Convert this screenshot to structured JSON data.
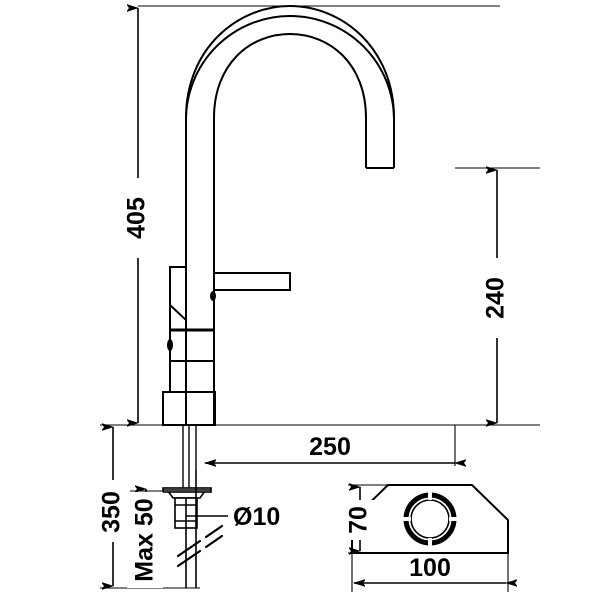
{
  "drawing": {
    "type": "technical-dimension-drawing",
    "subject": "kitchen mixer tap / gooseneck faucet",
    "units": "mm",
    "background_color": "#ffffff",
    "line_color": "#000000"
  },
  "dimensions": {
    "overall_height": {
      "label": "405",
      "orientation": "vertical",
      "rotated": true
    },
    "spout_height": {
      "label": "240",
      "orientation": "vertical",
      "rotated": true
    },
    "spout_reach": {
      "label": "250",
      "orientation": "horizontal",
      "rotated": false
    },
    "hose_length": {
      "label": "350",
      "orientation": "vertical",
      "rotated": true
    },
    "max_thickness": {
      "label": "Max 50",
      "orientation": "vertical",
      "rotated": true
    },
    "hole_diameter": {
      "label": "Ø10",
      "orientation": "horizontal",
      "rotated": false
    },
    "base_depth": {
      "label": "70",
      "orientation": "vertical",
      "rotated": true
    },
    "base_width": {
      "label": "100",
      "orientation": "horizontal",
      "rotated": false
    }
  },
  "views": {
    "elevation": {
      "name": "side elevation view"
    },
    "base_detail": {
      "name": "base plate plan view"
    }
  }
}
